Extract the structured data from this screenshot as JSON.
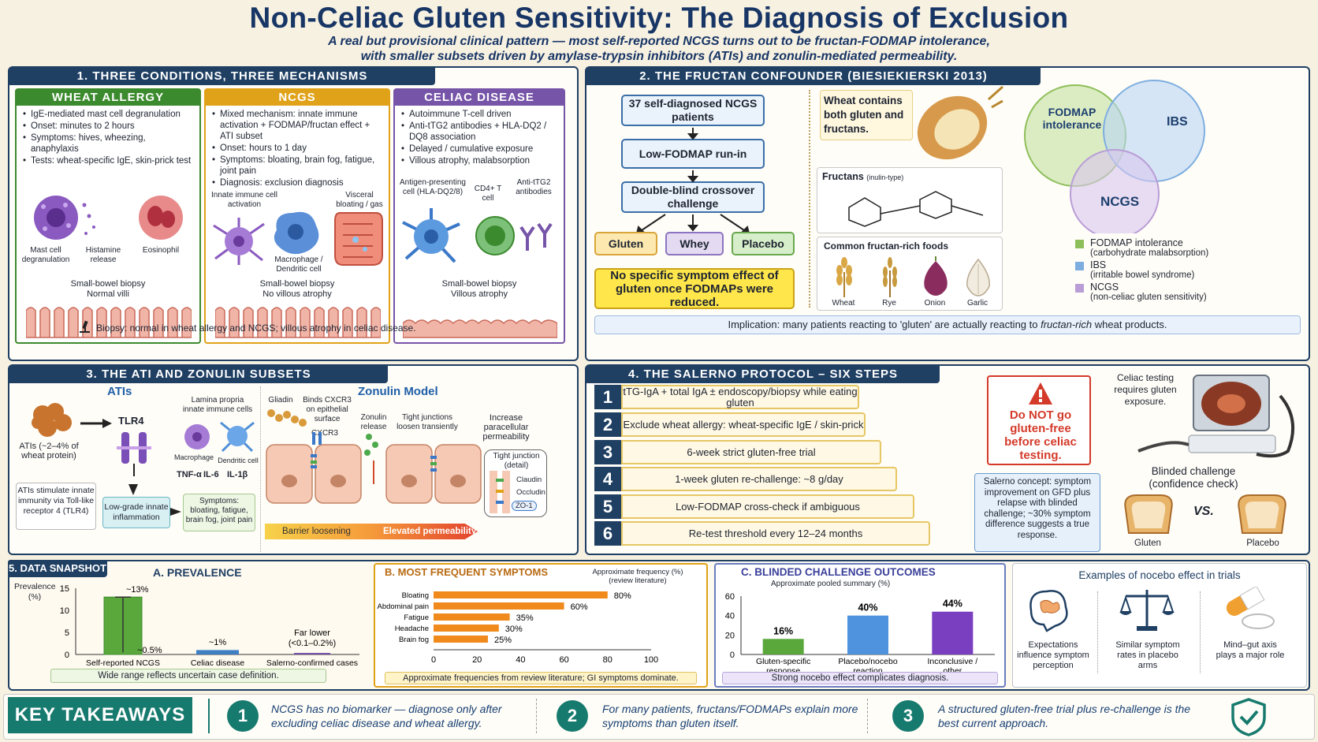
{
  "header": {
    "title": "Non-Celiac Gluten Sensitivity: The Diagnosis of Exclusion",
    "subtitle_line1": "A real but provisional clinical pattern — most self-reported NCGS turns out to be fructan-FODMAP intolerance,",
    "subtitle_line2": "with smaller subsets driven by amylase-trypsin inhibitors (ATIs) and zonulin-mediated permeability."
  },
  "s1": {
    "title": "1. THREE CONDITIONS, THREE MECHANISMS",
    "wheat": {
      "head": "WHEAT ALLERGY",
      "b1": "IgE-mediated mast cell degranulation",
      "b2": "Onset: minutes to 2 hours",
      "b3": "Symptoms: hives, wheezing, anaphylaxis",
      "b4": "Tests: wheat-specific IgE, skin-prick test",
      "c1": "Mast cell degranulation",
      "c2": "Histamine release",
      "c3": "Eosinophil",
      "bx1": "Small-bowel biopsy",
      "bx2": "Normal villi",
      "color": "#3c8a2e"
    },
    "ncgs": {
      "head": "NCGS",
      "b1": "Mixed mechanism: innate immune activation + FODMAP/fructan effect + ATI subset",
      "b2": "Onset: hours to 1 day",
      "b3": "Symptoms: bloating, brain fog, fatigue, joint pain",
      "b4": "Diagnosis: exclusion diagnosis",
      "c1": "Innate immune cell activation",
      "c2": "Macrophage / Dendritic cell",
      "c3": "Visceral bloating / gas",
      "bx1": "Small-bowel biopsy",
      "bx2": "No villous atrophy",
      "color": "#e0a218"
    },
    "celiac": {
      "head": "CELIAC DISEASE",
      "b1": "Autoimmune T-cell driven",
      "b2": "Anti-tTG2 antibodies + HLA-DQ2 / DQ8 association",
      "b3": "Delayed / cumulative exposure",
      "b4": "Villous atrophy, malabsorption",
      "c1": "Antigen-presenting cell (HLA-DQ2/8)",
      "c2": "CD4+ T cell",
      "c3": "Anti-tTG2 antibodies",
      "bx1": "Small-bowel biopsy",
      "bx2": "Villous atrophy",
      "color": "#7654a8"
    },
    "biopsy_note": "Biopsy: normal in wheat allergy and NCGS; villous atrophy in celiac disease."
  },
  "s2": {
    "title": "2. THE FRUCTAN CONFOUNDER (BIESIEKIERSKI 2013)",
    "f1": "37 self-diagnosed NCGS patients",
    "f2": "Low-FODMAP run-in",
    "f3": "Double-blind crossover challenge",
    "arm1": "Gluten",
    "arm2": "Whey",
    "arm3": "Placebo",
    "result": "No specific symptom effect of gluten once FODMAPs were reduced.",
    "wheat_note": "Wheat contains both gluten and fructans.",
    "fructans_label": "Fructans",
    "fructans_sub": "(inulin-type)",
    "foods_title": "Common fructan-rich foods",
    "foods": [
      "Wheat",
      "Rye",
      "Onion",
      "Garlic"
    ],
    "venn": {
      "a": "FODMAP intolerance",
      "b": "IBS",
      "c": "NCGS"
    },
    "legend": [
      {
        "t": "FODMAP intolerance",
        "s": "(carbohydrate malabsorption)",
        "color": "#8dbf5a"
      },
      {
        "t": "IBS",
        "s": "(irritable bowel syndrome)",
        "color": "#7eaee0"
      },
      {
        "t": "NCGS",
        "s": "(non-celiac gluten sensitivity)",
        "color": "#b99dd6"
      }
    ],
    "implication_a": "Implication: many patients reacting to 'gluten' are actually reacting to ",
    "implication_b": "fructan-rich",
    "implication_c": " wheat products."
  },
  "s3": {
    "title": "3. THE ATI AND ZONULIN SUBSETS",
    "ati_head": "ATIs",
    "zon_head": "Zonulin Model",
    "ati_label": "ATIs (~2–4% of wheat protein)",
    "tlr4": "TLR4",
    "lamina": "Lamina propria innate immune cells",
    "macro": "Macrophage",
    "dendritic": "Dendritic cell",
    "cyto": [
      "TNF-α",
      "IL-6",
      "IL-1β"
    ],
    "ati_note": "ATIs stimulate innate immunity via Toll-like receptor 4 (TLR4)",
    "lowgrade": "Low-grade innate inflammation",
    "symptoms": "Symptoms: bloating, fatigue, brain fog, joint pain",
    "gliadin": "Gliadin",
    "binds": "Binds CXCR3 on epithelial surface",
    "cxcr3": "CXCR3",
    "zrel": "Zonulin release",
    "tj": "Tight junctions loosen transiently",
    "incr": "Increase paracellular permeability",
    "tjd": "Tight junction (detail)",
    "claudin": "Claudin",
    "occludin": "Occludin",
    "zo1": "ZO-1",
    "bar1": "Barrier loosening",
    "bar2": "Elevated permeability"
  },
  "s4": {
    "title": "4. THE SALERNO PROTOCOL – SIX STEPS",
    "steps": [
      "tTG-IgA + total IgA ± endoscopy/biopsy while eating gluten",
      "Exclude wheat allergy: wheat-specific IgE / skin-prick",
      "6-week strict gluten-free trial",
      "1-week gluten re-challenge: ~8 g/day",
      "Low-FODMAP cross-check if ambiguous",
      "Re-test threshold every 12–24 months"
    ],
    "warning": "Do NOT go gluten-free before celiac testing.",
    "celiac_req": "Celiac testing requires gluten exposure.",
    "concept": "Salerno concept: symptom improvement on GFD plus relapse with blinded challenge; ~30% symptom difference suggests a true response.",
    "blinded": "Blinded challenge (confidence check)",
    "vs": "VS.",
    "g": "Gluten",
    "p": "Placebo"
  },
  "s5": {
    "title": "5. DATA SNAPSHOT",
    "a_title": "A. PREVALENCE",
    "b_title": "B. MOST FREQUENT SYMPTOMS",
    "c_title": "C. BLINDED CHALLENGE OUTCOMES",
    "a_note": "Wide range reflects uncertain case definition.",
    "b_note": "Approximate frequencies from review literature; GI symptoms dominate.",
    "c_note": "Strong nocebo effect complicates diagnosis.",
    "nocebo_title": "Examples of nocebo effect in trials",
    "nocebo": [
      "Expectations influence symptom perception",
      "Similar symptom rates in placebo arms",
      "Mind–gut axis plays a major role"
    ]
  },
  "chart_data": [
    {
      "type": "bar",
      "title": "A. PREVALENCE",
      "ylabel": "Prevalence (%)",
      "ylim": [
        0,
        15
      ],
      "yticks": [
        0,
        5,
        10,
        15
      ],
      "categories": [
        "Self-reported NCGS",
        "Celiac disease",
        "Salerno-confirmed cases"
      ],
      "values": [
        13,
        1,
        0.1
      ],
      "labels": [
        "~13%",
        "~1%",
        "Far lower (<0.1–0.2%)"
      ],
      "low_label": "~0.5%",
      "colors": [
        "#5aa83c",
        "#3f7fc4",
        "#7654a8"
      ]
    },
    {
      "type": "bar",
      "title": "B. MOST FREQUENT SYMPTOMS",
      "xlabel": "Approximate frequency (%) (review literature)",
      "xlim": [
        0,
        100
      ],
      "xticks": [
        0,
        20,
        40,
        60,
        80,
        100
      ],
      "categories": [
        "Bloating",
        "Abdominal pain",
        "Fatigue",
        "Headache",
        "Brain fog"
      ],
      "values": [
        80,
        60,
        35,
        30,
        25
      ],
      "color": "#f08a1c"
    },
    {
      "type": "bar",
      "title": "C. BLINDED CHALLENGE OUTCOMES",
      "subtitle": "Approximate pooled summary (%)",
      "ylim": [
        0,
        60
      ],
      "yticks": [
        0,
        20,
        40,
        60
      ],
      "categories": [
        "Gluten-specific response",
        "Placebo/nocebo reaction",
        "Inconclusive / other"
      ],
      "values": [
        16,
        40,
        44
      ],
      "colors": [
        "#5aa83c",
        "#4f93df",
        "#7a3fc0"
      ]
    }
  ],
  "takeaways": {
    "title": "KEY TAKEAWAYS",
    "t1": "NCGS has no biomarker — diagnose only after excluding celiac disease and wheat allergy.",
    "t2": "For many patients, fructans/FODMAPs explain more symptoms than gluten itself.",
    "t3": "A structured gluten-free trial plus re-challenge is the best current approach.",
    "n1": "1",
    "n2": "2",
    "n3": "3"
  }
}
